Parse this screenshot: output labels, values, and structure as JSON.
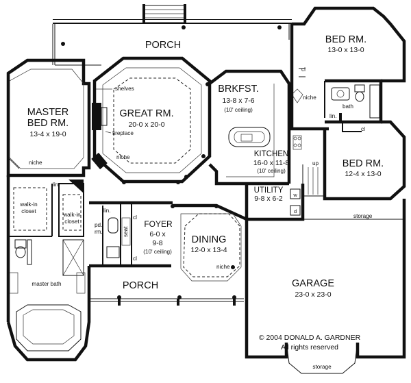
{
  "rooms": {
    "porch_top": {
      "label": "PORCH"
    },
    "porch_bottom": {
      "label": "PORCH"
    },
    "master": {
      "label1": "MASTER",
      "label2": "BED RM.",
      "dims": "13-4 x 19-0"
    },
    "great": {
      "label": "GREAT RM.",
      "dims": "20-0 x 20-0"
    },
    "brkfst": {
      "label": "BRKFST.",
      "dims": "13-8 x 7-6",
      "note": "(10' ceiling)"
    },
    "kitchen": {
      "label": "KITCHEN",
      "dims": "16-0 x 11-8",
      "note": "(10' ceiling)"
    },
    "bed1": {
      "label": "BED RM.",
      "dims": "13-0 x 13-0"
    },
    "bed2": {
      "label": "BED RM.",
      "dims": "12-4 x 13-0"
    },
    "utility": {
      "label": "UTILITY",
      "dims": "9-8 x 6-2"
    },
    "foyer": {
      "label": "FOYER",
      "dims1": "6-0 x",
      "dims2": "9-8",
      "note": "(10' ceiling)"
    },
    "dining": {
      "label": "DINING",
      "dims": "12-0 x 13-4"
    },
    "garage": {
      "label": "GARAGE",
      "dims": "23-0 x 23-0"
    }
  },
  "small_labels": {
    "shelves": "shelves",
    "fireplace": "fireplace",
    "niche_master": "niche",
    "niche_great": "niche",
    "niche_kitchen": "niche",
    "niche_dining": "niche",
    "cl_bed1": "cl",
    "cl_bed2": "cl",
    "bath": "bath",
    "lin_bath": "lin.",
    "lin_master": "lin.",
    "lin_hall": "lin.",
    "walkin1_a": "walk-in",
    "walkin1_b": "closet",
    "walkin2_a": "walk-in",
    "walkin2_b": "closet",
    "master_bath": "master bath",
    "pd_rm_a": "pd.",
    "pd_rm_b": "rm.",
    "cl_foyer_top": "cl",
    "cl_foyer_bottom": "cl",
    "seat": "seat",
    "up": "up",
    "washer": "w",
    "dryer": "d",
    "storage_right": "storage",
    "storage_bottom": "storage"
  },
  "copyright": {
    "line1": "© 2004 DONALD A. GARDNER",
    "line2": "All rights reserved"
  }
}
